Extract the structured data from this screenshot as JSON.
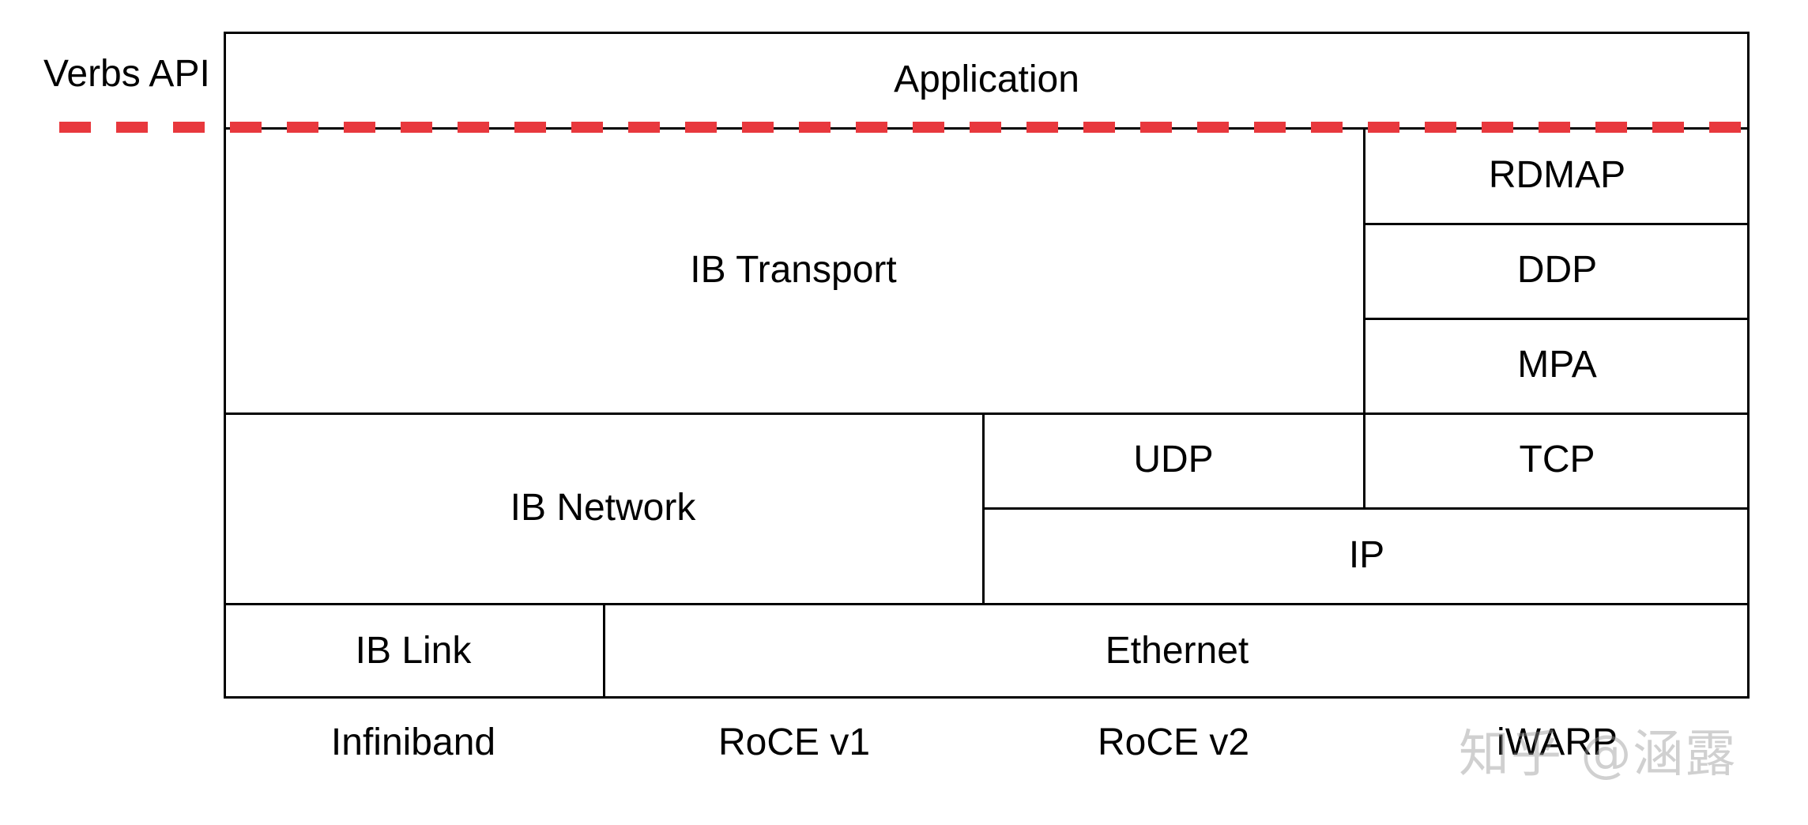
{
  "diagram": {
    "title": "",
    "side_label": "Verbs API",
    "layers": {
      "application": "Application",
      "ib_transport": "IB Transport",
      "rdmap": "RDMAP",
      "ddp": "DDP",
      "mpa": "MPA",
      "ib_network": "IB Network",
      "udp": "UDP",
      "tcp": "TCP",
      "ip": "IP",
      "ib_link": "IB Link",
      "ethernet": "Ethernet"
    },
    "stacks": [
      "Infiniband",
      "RoCE v1",
      "RoCE v2",
      "iWARP"
    ],
    "watermark": "知乎 @涵露",
    "colors": {
      "boundary_dash": "#e8383d",
      "lines": "#000000"
    }
  }
}
